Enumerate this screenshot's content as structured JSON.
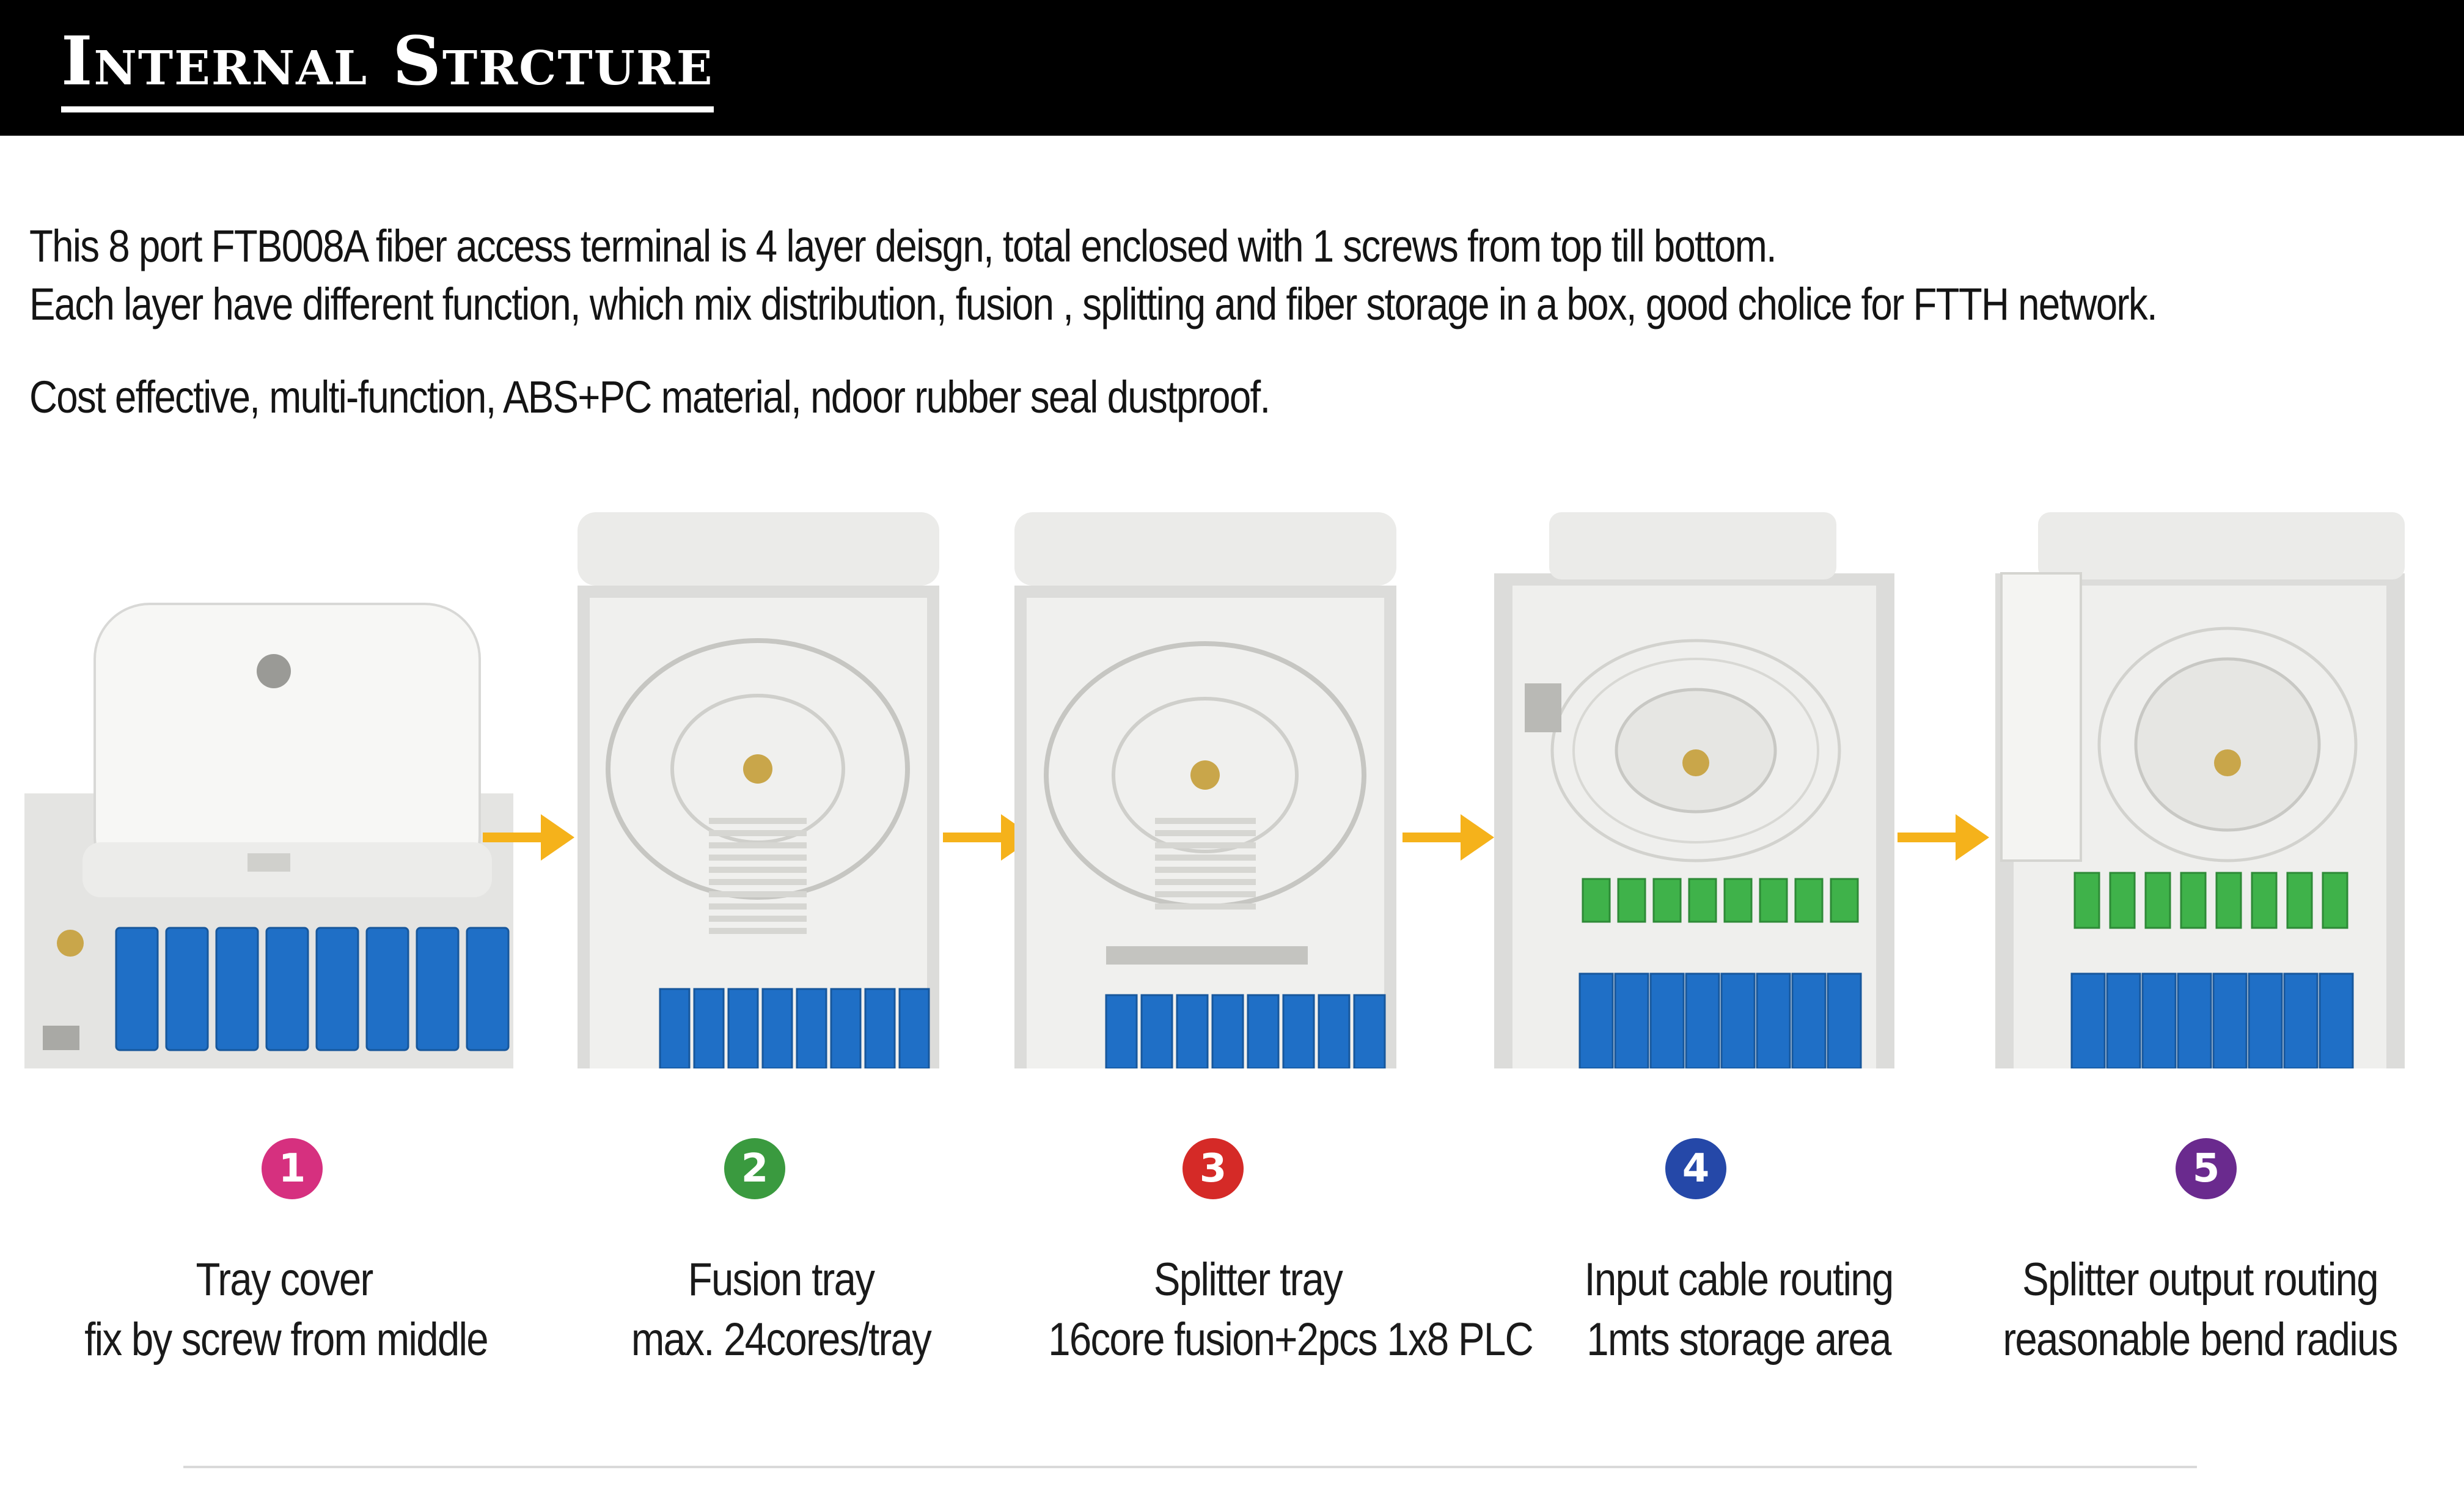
{
  "header": {
    "title": "Internal Strcture"
  },
  "intro": {
    "line1": "This 8 port FTB008A fiber access terminal is 4 layer deisgn, total enclosed with 1 screws from top till bottom.",
    "line2": "Each layer have different function, which  mix distribution, fusion , splitting and fiber storage  in a box, good cholice for FTTH network.",
    "line3": "Cost effective, multi-function, ABS+PC material, ndoor rubber seal dustproof."
  },
  "arrow_color": "#f5b21b",
  "steps": [
    {
      "number": "1",
      "color": "#d6307f",
      "caption_line1": "Tray cover",
      "caption_line2": "fix by screw from middle",
      "photo": "tray-cover-photo"
    },
    {
      "number": "2",
      "color": "#3a9a3f",
      "caption_line1": "Fusion tray",
      "caption_line2": "max. 24cores/tray",
      "photo": "fusion-tray-photo"
    },
    {
      "number": "3",
      "color": "#d52a27",
      "caption_line1": "Splitter tray",
      "caption_line2": "16core fusion+2pcs 1x8 PLC",
      "photo": "splitter-tray-photo"
    },
    {
      "number": "4",
      "color": "#2548a8",
      "caption_line1": "Input cable routing",
      "caption_line2": "1mts storage area",
      "photo": "input-cable-routing-photo"
    },
    {
      "number": "5",
      "color": "#6a2a8e",
      "caption_line1": "Splitter output routing",
      "caption_line2": "reasonable bend radius",
      "photo": "splitter-output-routing-photo"
    }
  ]
}
